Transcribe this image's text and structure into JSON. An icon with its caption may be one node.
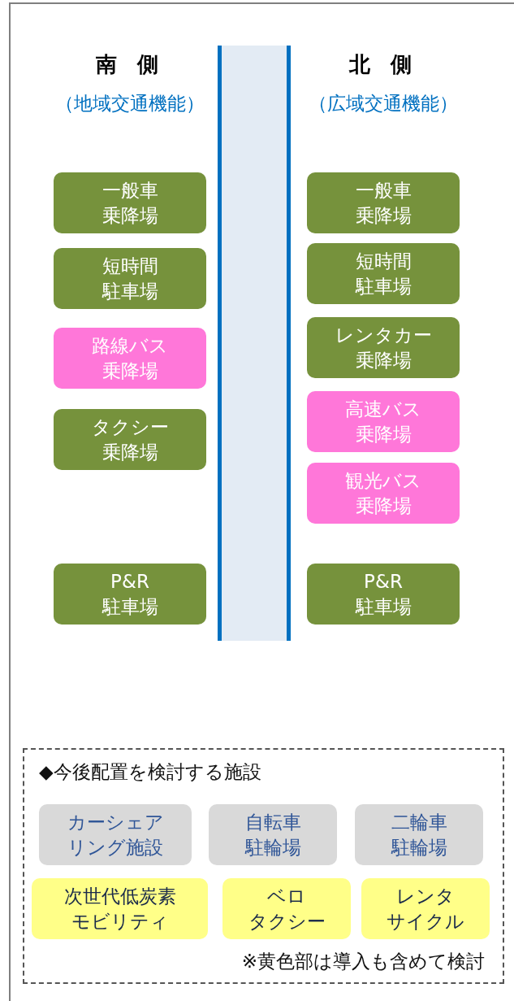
{
  "diagram": {
    "nodes": [
      {
        "text": [
          "一般車乗降場"
        ]
      },
      {
        "text": [
          "短時間駐車場"
        ]
      },
      {
        "text": [
          "路線バス乗降場"
        ]
      },
      {
        "text": [
          "タクシー乗降場"
        ]
      },
      {
        "text": [
          "P&R駐車場"
        ]
      },
      {
        "text": [
          "一般車乗降場"
        ]
      },
      {
        "text": [
          "短時間駐車場"
        ]
      },
      {
        "text": [
          "レンタカー乗降場"
        ]
      },
      {
        "text": [
          "高速バス乗降場"
        ]
      },
      {
        "text": [
          "観光バス乗降場"
        ]
      },
      {
        "text": [
          "P&R駐車場"
        ]
      },
      {
        "text": [
          "◆今後配置を検討する施設",
          "※黄色部は導入も含めて検討"
        ]
      },
      {
        "text": [
          "カーシェアリング施設"
        ],
        "in": 11
      },
      {
        "text": [
          "自転車駐輪場"
        ],
        "in": 11
      },
      {
        "text": [
          "二輪車駐輪場"
        ],
        "in": 11
      },
      {
        "text": [
          "次世代低炭素モビリティ"
        ],
        "in": 11
      },
      {
        "text": [
          "ベロタクシー"
        ],
        "in": 11
      },
      {
        "text": [
          "レンタサイクル"
        ],
        "in": 11
      }
    ],
    "labels": [
      "南 側",
      "（地域交通機能）",
      "北 側",
      "（広域交通機能）"
    ]
  }
}
